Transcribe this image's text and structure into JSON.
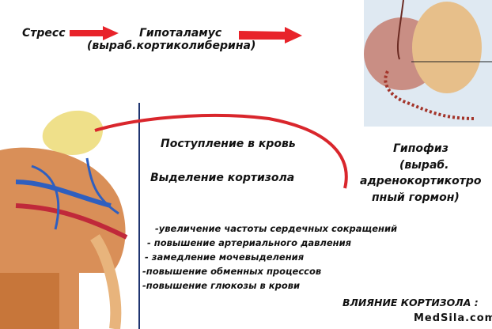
{
  "flow": {
    "stress": "Стресс",
    "hypothalamus": "Гипоталамус",
    "hypothalamus_note": "(выраб.кортиколиберина)",
    "blood_entry": "Поступление в кровь",
    "cortisol_release": "Выделение кортизола",
    "pituitary": [
      "Гипофиз",
      "(выраб.",
      "адренокортикотро",
      "пный гормон)"
    ]
  },
  "effects": {
    "title": "ВЛИЯНИЕ КОРТИЗОЛА :",
    "items": [
      "-увеличение частоты сердечных сокращений",
      " - повышение артериального давления",
      "- замедление мочевыделения",
      "-повышение обменных процессов",
      "-повышение глюкозы в крови"
    ]
  },
  "watermark": "MedSila.com",
  "colors": {
    "arrow": "#e8232a",
    "curve": "#d9262c"
  }
}
